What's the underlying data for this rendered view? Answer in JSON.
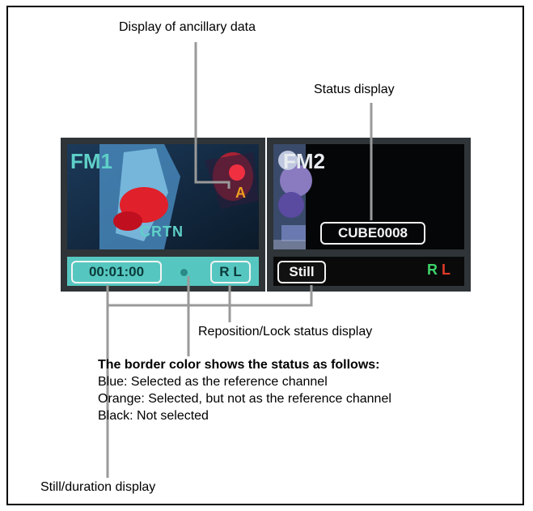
{
  "callouts": {
    "ancillary": "Display of ancillary data",
    "status": "Status display",
    "reposition_lock": "Reposition/Lock status display",
    "still_duration": "Still/duration display"
  },
  "legend": {
    "heading": "The border color shows the status as follows:",
    "items": [
      "Blue: Selected as the reference channel",
      "Orange: Selected, but not as the reference channel",
      "Black: Not selected"
    ]
  },
  "panels": {
    "fm1": {
      "label": "FM1",
      "clip": "CRTN",
      "ancillary_marker": "A",
      "duration": "00:01:00",
      "r": "R",
      "l": "L"
    },
    "fm2": {
      "label": "FM2",
      "clip": "CUBE0008",
      "still": "Still",
      "r": "R",
      "l": "L"
    }
  },
  "colors": {
    "fm1_status_bar": "#56c7c0",
    "fm1_label": "#5fd0c8",
    "fm2_status_bar": "#0a0a0a",
    "r_indicator": "#3fd36a",
    "l_indicator": "#e03a2a",
    "ancillary_marker": "#f0a020"
  }
}
